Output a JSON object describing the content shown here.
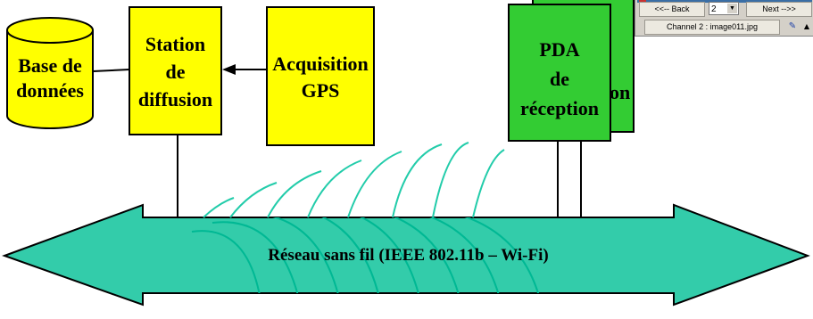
{
  "diagram": {
    "database_label": "Base de\ndonnées",
    "station_label": "Station\nde\ndiffusion",
    "gps_label": "Acquisition\nGPS",
    "pda_label": "PDA\nde\nréception",
    "pda_back_label_fragment": "on",
    "network_label": "Réseau sans fil (IEEE 802.11b – Wi-Fi)",
    "colors": {
      "yellow": "#ffff00",
      "green": "#33cc33",
      "teal": "#33ccaa",
      "wave": "#22ccaa",
      "line": "#000000"
    }
  },
  "viewer": {
    "back_label": "<<-- Back",
    "page_value": "2",
    "next_label": "Next -->>",
    "status_text": "Channel 2 : image011.jpg",
    "pen_icon": "pen-icon",
    "spin_icon": "spin-icon"
  }
}
